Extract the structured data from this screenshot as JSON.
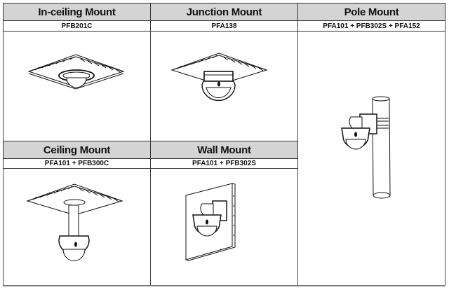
{
  "table": {
    "mounts": [
      {
        "title": "In-ceiling Mount",
        "parts": "PFB201C",
        "illustration": "in-ceiling-mount-illustration"
      },
      {
        "title": "Junction Mount",
        "parts": "PFA138",
        "illustration": "junction-mount-illustration"
      },
      {
        "title": "Pole Mount",
        "parts": "PFA101 + PFB302S + PFA152",
        "illustration": "pole-mount-illustration"
      },
      {
        "title": "Ceiling Mount",
        "parts": "PFA101 + PFB300C",
        "illustration": "ceiling-mount-illustration"
      },
      {
        "title": "Wall Mount",
        "parts": "PFA101 + PFB302S",
        "illustration": "wall-mount-illustration"
      }
    ],
    "colors": {
      "header_bg": "#d4d4d4",
      "border": "#333333"
    }
  }
}
